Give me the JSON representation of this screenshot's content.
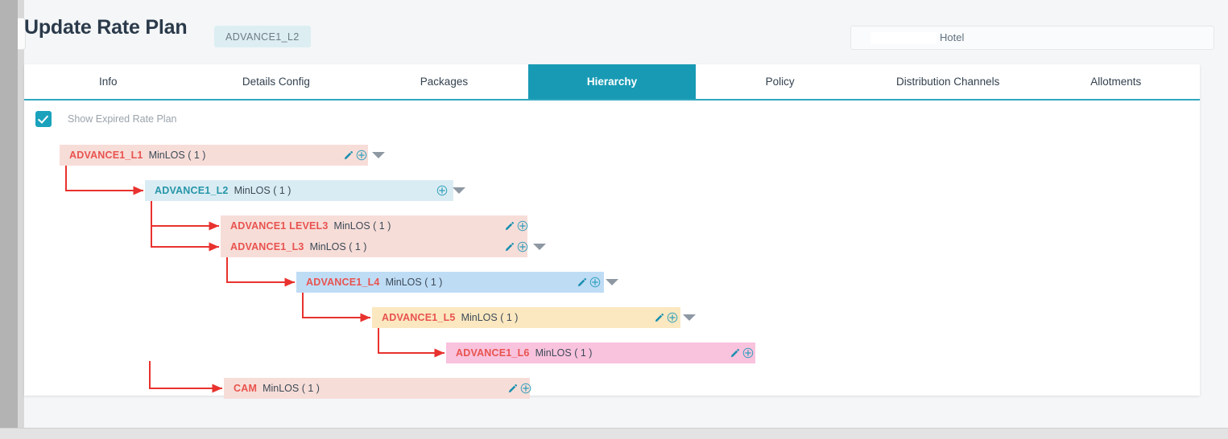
{
  "header": {
    "title": "Update Rate Plan",
    "badge": "ADVANCE1_L2",
    "hotel_selector": {
      "label": "Hotel",
      "redacted": true
    }
  },
  "tabs": [
    {
      "label": "Info",
      "active": false
    },
    {
      "label": "Details Config",
      "active": false
    },
    {
      "label": "Packages",
      "active": false
    },
    {
      "label": "Hierarchy",
      "active": true
    },
    {
      "label": "Policy",
      "active": false
    },
    {
      "label": "Distribution Channels",
      "active": false
    },
    {
      "label": "Allotments",
      "active": false
    }
  ],
  "filter": {
    "show_expired_label": "Show Expired Rate Plan",
    "checked": true
  },
  "colors": {
    "accent": "#189ab4",
    "code_red": "#e8534f",
    "code_teal": "#2596a8",
    "connector": "#e8322e",
    "row_salmon": "#f7ddd8",
    "row_light_blue": "#daecf3",
    "row_blue": "#bfdcf5",
    "row_yellow": "#fbe8c0",
    "row_pink": "#f9c2dd"
  },
  "hierarchy": {
    "minlos_text": "MinLOS ( 1 )",
    "nodes": [
      {
        "code": "ADVANCE1_L1",
        "minlos": "MinLOS ( 1 )",
        "level": 1,
        "color": "row_salmon",
        "code_color": "code_red",
        "edit": true,
        "add": true,
        "caret": true
      },
      {
        "code": "ADVANCE1_L2",
        "minlos": "MinLOS ( 1 )",
        "level": 2,
        "color": "row_light_blue",
        "code_color": "code_teal",
        "edit": false,
        "add": true,
        "caret": true
      },
      {
        "code": "ADVANCE1 LEVEL3",
        "minlos": "MinLOS ( 1 )",
        "level": 3,
        "color": "row_salmon",
        "code_color": "code_red",
        "edit": true,
        "add": true,
        "caret": false
      },
      {
        "code": "ADVANCE1_L3",
        "minlos": "MinLOS ( 1 )",
        "level": 3,
        "color": "row_salmon",
        "code_color": "code_red",
        "edit": true,
        "add": true,
        "caret": true
      },
      {
        "code": "ADVANCE1_L4",
        "minlos": "MinLOS ( 1 )",
        "level": 4,
        "color": "row_blue",
        "code_color": "code_red",
        "edit": true,
        "add": true,
        "caret": true
      },
      {
        "code": "ADVANCE1_L5",
        "minlos": "MinLOS ( 1 )",
        "level": 5,
        "color": "row_yellow",
        "code_color": "code_red",
        "edit": true,
        "add": true,
        "caret": true
      },
      {
        "code": "ADVANCE1_L6",
        "minlos": "MinLOS ( 1 )",
        "level": 6,
        "color": "row_pink",
        "code_color": "code_red",
        "edit": true,
        "add": true,
        "caret": false
      },
      {
        "code": "CAM",
        "minlos": "MinLOS ( 1 )",
        "level": 3,
        "color": "row_salmon",
        "code_color": "code_red",
        "edit": true,
        "add": true,
        "caret": false
      }
    ]
  },
  "icons": {
    "edit": "pencil-icon",
    "add": "plus-circle-icon",
    "expand": "caret-down-icon"
  }
}
